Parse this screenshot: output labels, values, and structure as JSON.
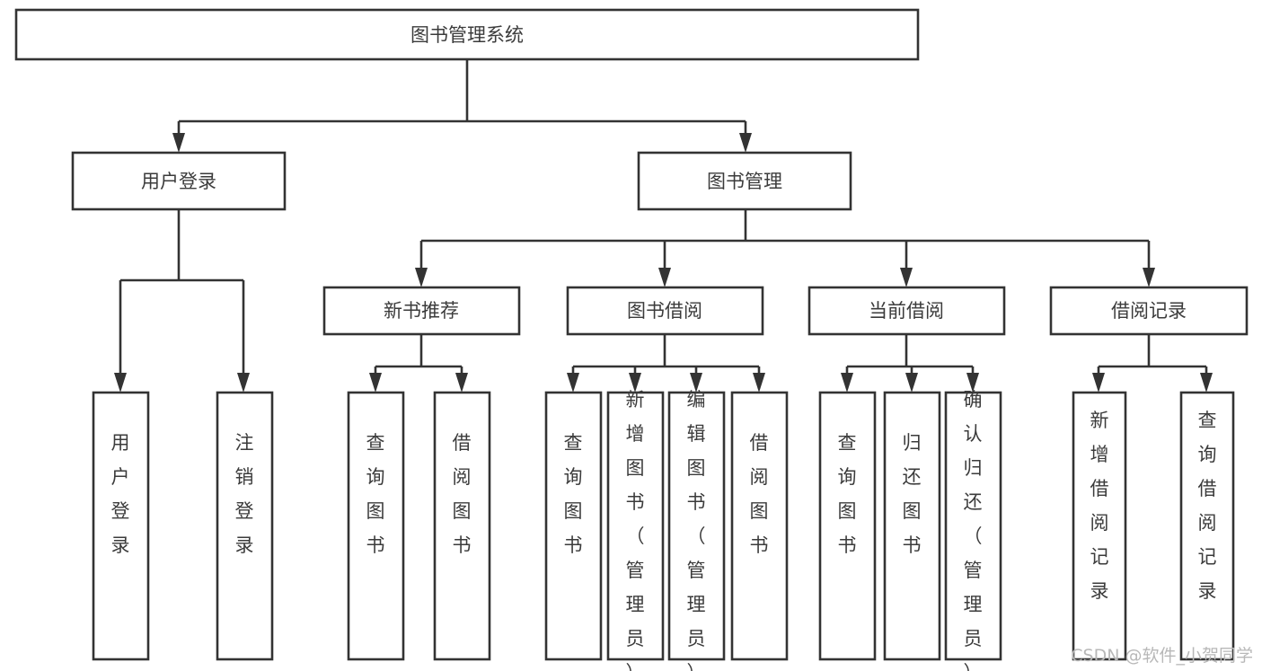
{
  "diagram": {
    "type": "tree",
    "title": "图书管理系统",
    "orientation": "top-down",
    "colors": {
      "box_stroke": "#333333",
      "box_fill": "#ffffff",
      "text": "#3b3b3b",
      "background": "#ffffff",
      "watermark": "#b8b8b8"
    },
    "root": {
      "label": "图书管理系统"
    },
    "level2": [
      {
        "label": "用户登录"
      },
      {
        "label": "图书管理"
      }
    ],
    "level3": [
      {
        "label": "新书推荐"
      },
      {
        "label": "图书借阅"
      },
      {
        "label": "当前借阅"
      },
      {
        "label": "借阅记录"
      }
    ],
    "leaves": {
      "user_login": [
        {
          "label": "用户登录"
        },
        {
          "label": "注销登录"
        }
      ],
      "new_book_recommend": [
        {
          "label": "查询图书"
        },
        {
          "label": "借阅图书"
        }
      ],
      "book_borrow": [
        {
          "label": "查询图书"
        },
        {
          "label": "新增图书（管理员）"
        },
        {
          "label": "编辑图书（管理员）"
        },
        {
          "label": "借阅图书"
        }
      ],
      "current_borrow": [
        {
          "label": "查询图书"
        },
        {
          "label": "归还图书"
        },
        {
          "label": "确认归还（管理员）"
        }
      ],
      "borrow_record": [
        {
          "label": "新增借阅记录"
        },
        {
          "label": "查询借阅记录"
        }
      ]
    }
  },
  "watermark": {
    "text": "CSDN @软件_小贺同学"
  }
}
